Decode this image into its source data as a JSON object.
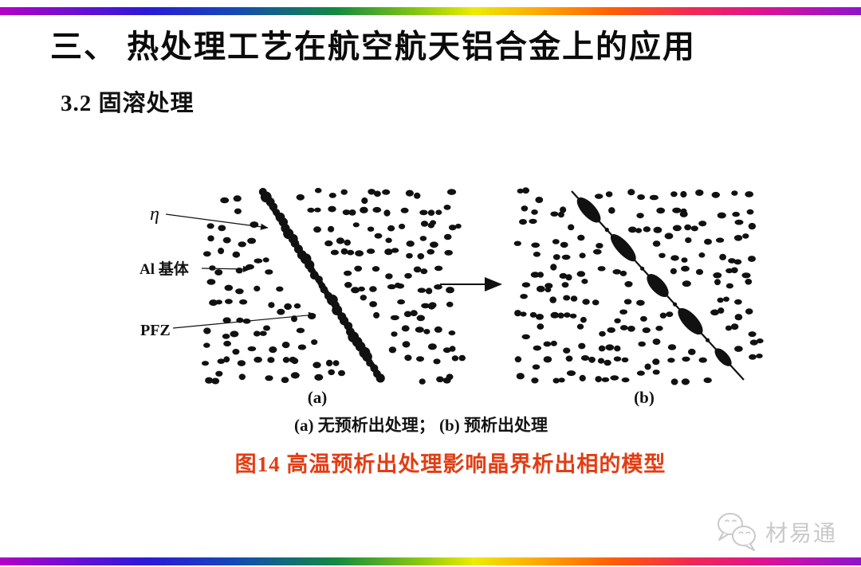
{
  "slide": {
    "title": "三、 热处理工艺在航空航天铝合金上的应用",
    "section_heading": "3.2 固溶处理",
    "figure": {
      "label_eta": "η",
      "label_al_matrix": "Al 基体",
      "label_pfz": "PFZ",
      "panel_a_label": "(a)",
      "panel_b_label": "(b)",
      "subcaption": "(a) 无预析出处理； (b) 预析出处理",
      "caption": "图14 高温预析出处理影响晶界析出相的模型",
      "caption_color": "#e23d14"
    },
    "watermark": {
      "icon": "wechat-chat-bubbles",
      "text": "材易通"
    },
    "decor": {
      "rainbow_stops": [
        "#b400c8 0%",
        "#6a10d2 9%",
        "#2b1ad8 17%",
        "#1548b8 27%",
        "#128a40 39%",
        "#7ec414 48%",
        "#ecec00 55%",
        "#ffa400 63%",
        "#ff5f00 71%",
        "#f12a52 80%",
        "#e0148c 88%",
        "#b812b4 94%",
        "#8e14cc 100%"
      ]
    }
  }
}
